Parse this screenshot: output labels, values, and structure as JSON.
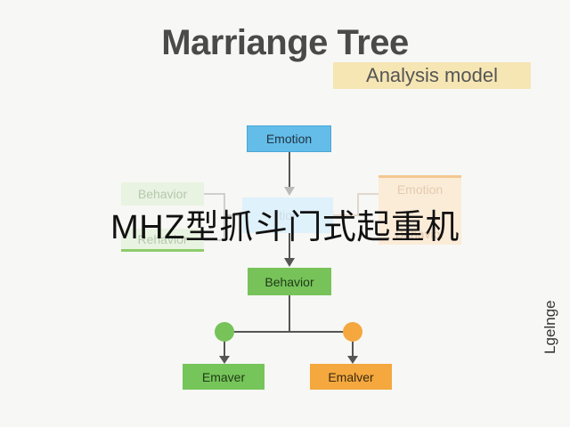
{
  "title": "Marriange Tree",
  "subtitle": "Analysis model",
  "nodes": {
    "emotion_top": "Emotion",
    "behavior_main": "Behavior",
    "left_1": "Behavior",
    "left_2": "Rehavior",
    "center_faded": "tior",
    "right_faded_1": "Emotion",
    "right_faded_2": "Behavior",
    "leaf_green": "Emaver",
    "leaf_orange": "Emalver"
  },
  "overlay_text": "MHZ型抓斗门式起重机",
  "watermark": "Lgelnge"
}
